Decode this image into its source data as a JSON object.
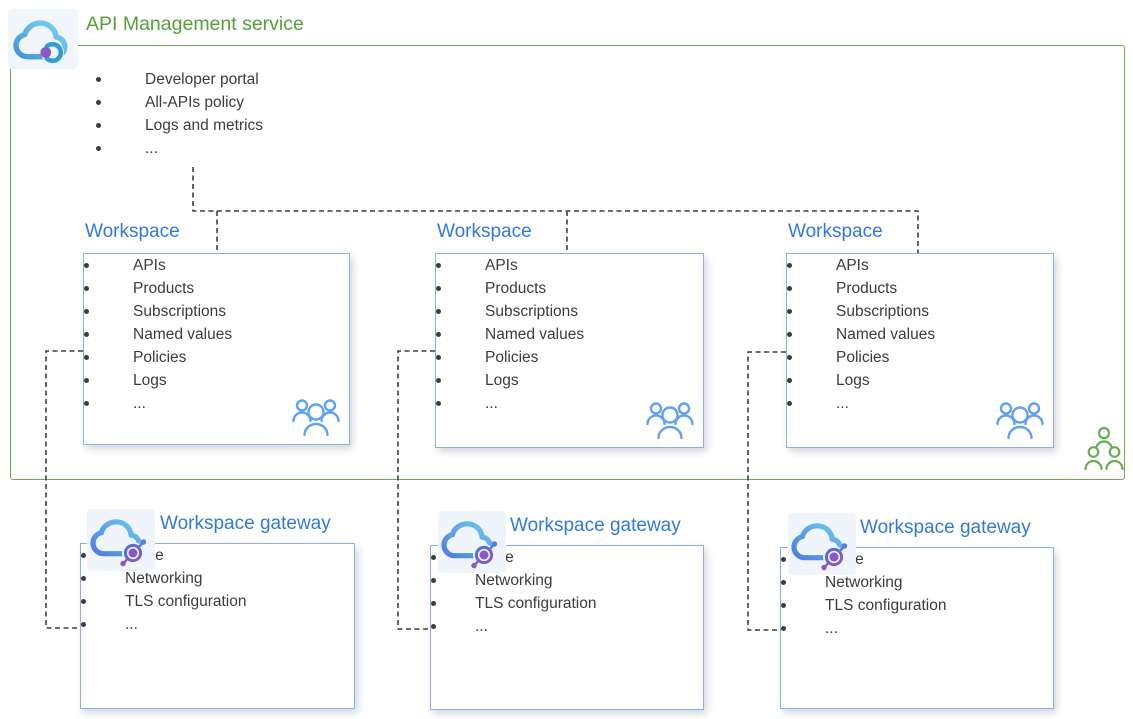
{
  "service": {
    "title": "API Management service",
    "features": [
      "Developer portal",
      "All-APIs policy",
      "Logs and metrics",
      "..."
    ]
  },
  "workspaces": [
    {
      "title": "Workspace",
      "features": [
        "APIs",
        "Products",
        "Subscriptions",
        "Named values",
        "Policies",
        "Logs",
        "..."
      ]
    },
    {
      "title": "Workspace",
      "features": [
        "APIs",
        "Products",
        "Subscriptions",
        "Named values",
        "Policies",
        "Logs",
        "..."
      ]
    },
    {
      "title": "Workspace",
      "features": [
        "APIs",
        "Products",
        "Subscriptions",
        "Named values",
        "Policies",
        "Logs",
        "..."
      ]
    }
  ],
  "gateways": [
    {
      "title": "Workspace gateway",
      "features": [
        "Scale",
        "Networking",
        "TLS configuration",
        "..."
      ]
    },
    {
      "title": "Workspace gateway",
      "features": [
        "Scale",
        "Networking",
        "TLS configuration",
        "..."
      ]
    },
    {
      "title": "Workspace gateway",
      "features": [
        "Scale",
        "Networking",
        "TLS configuration",
        "..."
      ]
    }
  ],
  "icons": {
    "service": "api-management-cloud-icon",
    "gateway": "workspace-gateway-cloud-icon",
    "workspace_members": "team-users-icon",
    "service_members": "org-users-icon"
  },
  "colors": {
    "service_green_text": "#55a038",
    "service_green_border": "#72a84f",
    "title_blue": "#3279dc",
    "card_border_blue": "#88b1e8",
    "connector_dash": "#3f3f3f",
    "people_blue": "#61a2f0",
    "people_green": "#6cab51",
    "icon_purple": "#8a57c6"
  }
}
